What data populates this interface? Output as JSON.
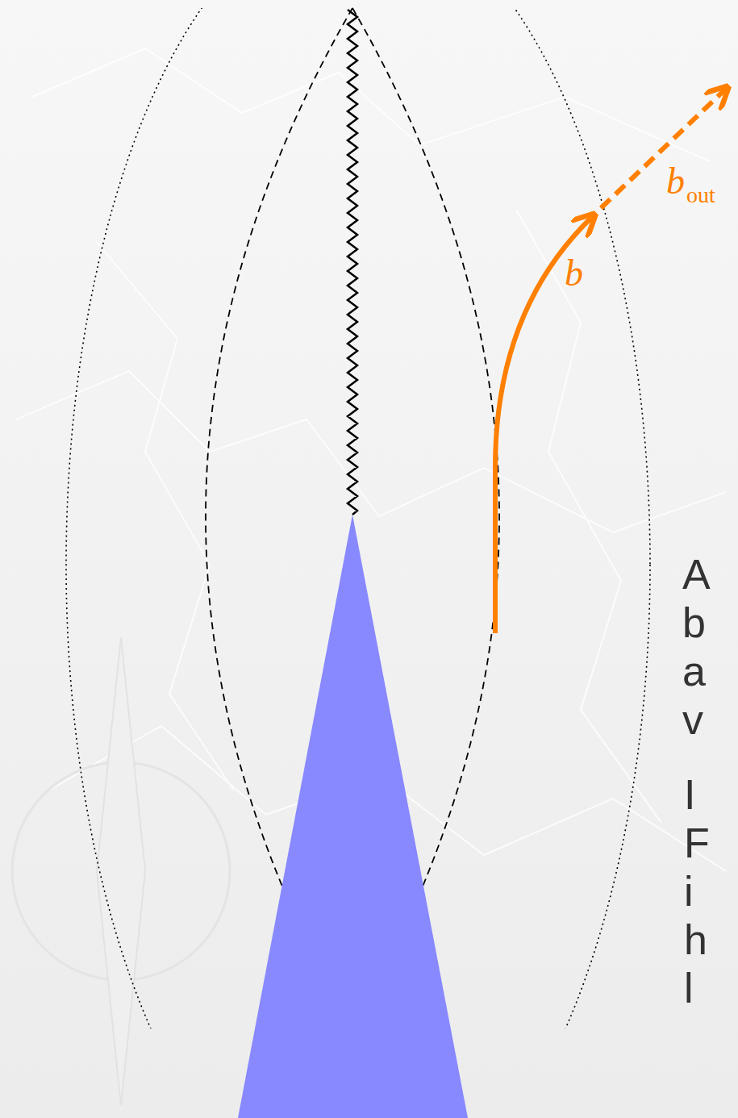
{
  "diagram": {
    "labels": [
      "b",
      "b",
      "out",
      "A",
      "b",
      "a",
      "v",
      "I",
      "F",
      "i",
      "h",
      "l"
    ]
  }
}
